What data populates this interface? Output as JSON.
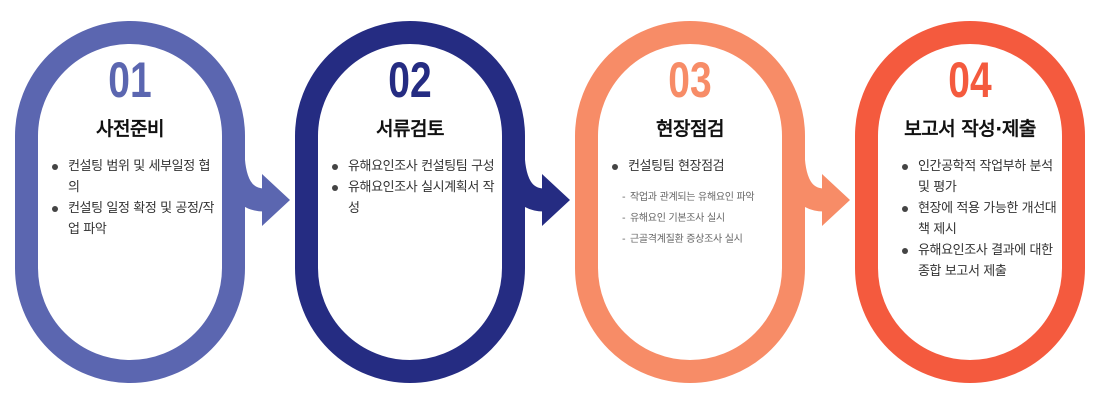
{
  "steps": [
    {
      "number": "01",
      "title": "사전준비",
      "color": "#5b66b0",
      "bullets": [
        "컨설팅 범위 및 세부일정 협의",
        "컨설팅 일정 확정 및 공정/작업 파악"
      ],
      "sub_bullets": []
    },
    {
      "number": "02",
      "title": "서류검토",
      "color": "#252c82",
      "bullets": [
        "유해요인조사 컨설팅팀 구성",
        "유해요인조사 실시계획서 작성"
      ],
      "sub_bullets": []
    },
    {
      "number": "03",
      "title": "현장점검",
      "color": "#f78c67",
      "bullets": [
        "컨설팅팀 현장점검"
      ],
      "sub_bullets": [
        "작업과 관계되는 유해요인 파악",
        "유해요인 기본조사 실시",
        "근골격계질환 증상조사 실시"
      ]
    },
    {
      "number": "04",
      "title": "보고서 작성·제출",
      "color": "#f45a3e",
      "bullets": [
        "인간공학적 작업부하 분석 및 평가",
        "현장에 적용 가능한 개선대책 제시",
        "유해요인조사 결과에 대한 종합 보고서 제출"
      ],
      "sub_bullets": []
    }
  ]
}
